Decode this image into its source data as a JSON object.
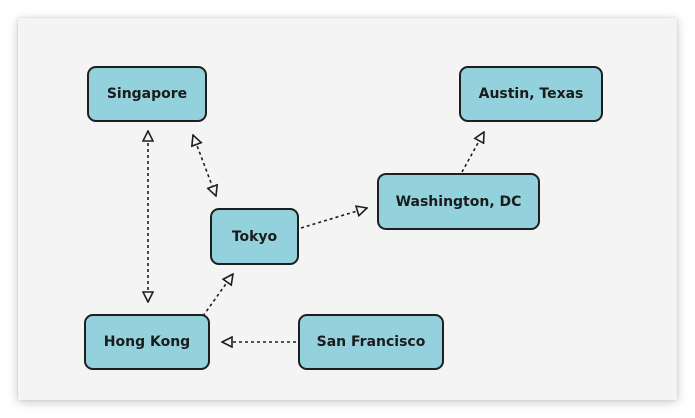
{
  "diagram": {
    "nodes": [
      {
        "id": "singapore",
        "label": "Singapore"
      },
      {
        "id": "austin",
        "label": "Austin, Texas"
      },
      {
        "id": "tokyo",
        "label": "Tokyo"
      },
      {
        "id": "washington",
        "label": "Washington, DC"
      },
      {
        "id": "hongkong",
        "label": "Hong Kong"
      },
      {
        "id": "sanfrancisco",
        "label": "San Francisco"
      }
    ],
    "edges": [
      {
        "from": "singapore",
        "to": "hongkong",
        "style": "dotted",
        "arrows": "both"
      },
      {
        "from": "singapore",
        "to": "tokyo",
        "style": "dotted",
        "arrows": "both"
      },
      {
        "from": "tokyo",
        "to": "washington",
        "style": "dotted",
        "arrows": "end"
      },
      {
        "from": "washington",
        "to": "austin",
        "style": "dotted",
        "arrows": "end"
      },
      {
        "from": "hongkong",
        "to": "tokyo",
        "style": "dotted",
        "arrows": "end"
      },
      {
        "from": "sanfrancisco",
        "to": "hongkong",
        "style": "dotted",
        "arrows": "end"
      }
    ],
    "colors": {
      "node_fill": "#93d2dd",
      "node_border": "#1e1e1e",
      "edge": "#1e1e1e",
      "background": "#f4f4f4"
    }
  }
}
